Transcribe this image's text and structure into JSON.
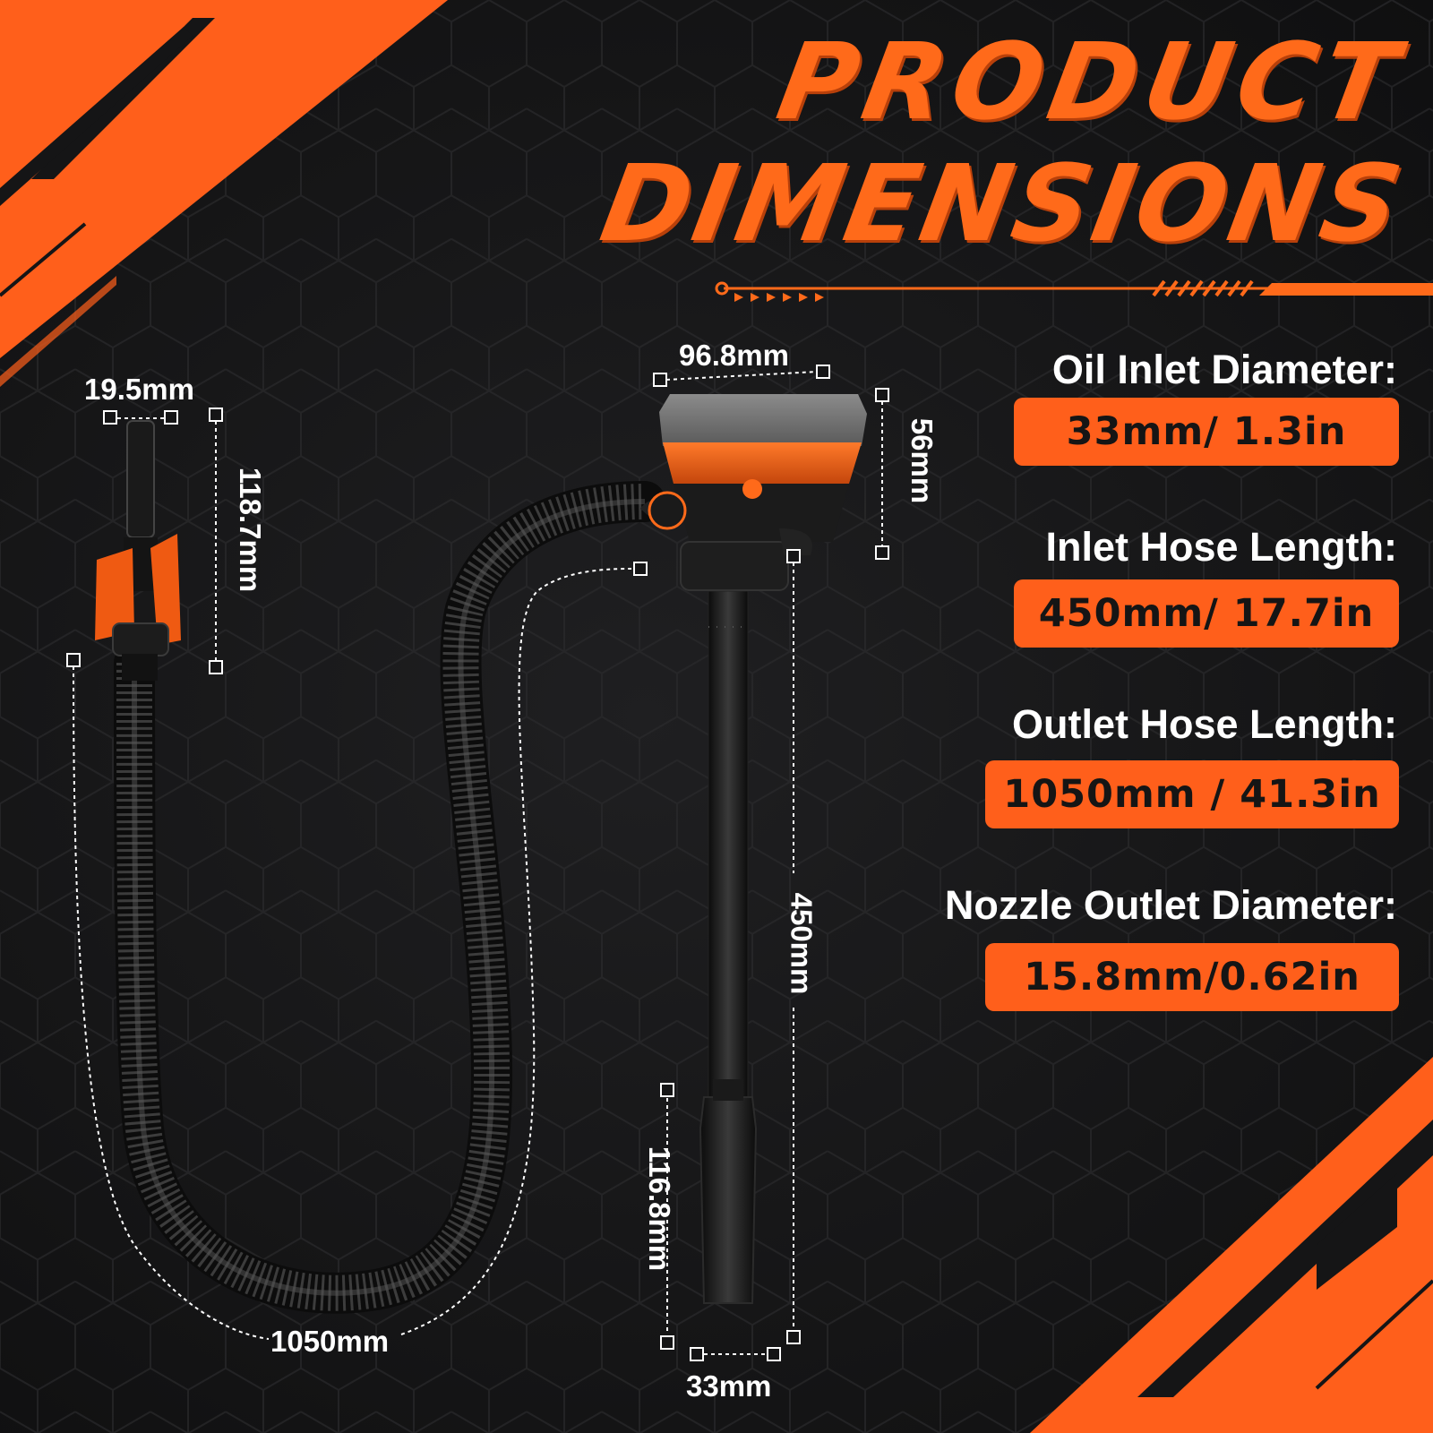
{
  "title": {
    "line1": "PRODUCT",
    "line2": "DIMENSIONS"
  },
  "specs": [
    {
      "label": "Oil Inlet Diameter:",
      "value": "33mm/ 1.3in"
    },
    {
      "label": "Inlet Hose Length:",
      "value": "450mm/ 17.7in"
    },
    {
      "label": "Outlet Hose Length:",
      "value": "1050mm / 41.3in"
    },
    {
      "label": "Nozzle Outlet Diameter:",
      "value": "15.8mm/0.62in"
    }
  ],
  "dimensions": {
    "nozzle_width": "19.5mm",
    "nozzle_height": "118.7mm",
    "pump_width": "96.8mm",
    "pump_height": "56mm",
    "outlet_hose_length": "1050mm",
    "inlet_hose_length": "450mm",
    "filter_height": "116.8mm",
    "filter_width": "33mm"
  },
  "colors": {
    "accent": "#ff6a1a",
    "background": "#151516",
    "pill": "#ff5f1b",
    "text": "#ffffff"
  }
}
